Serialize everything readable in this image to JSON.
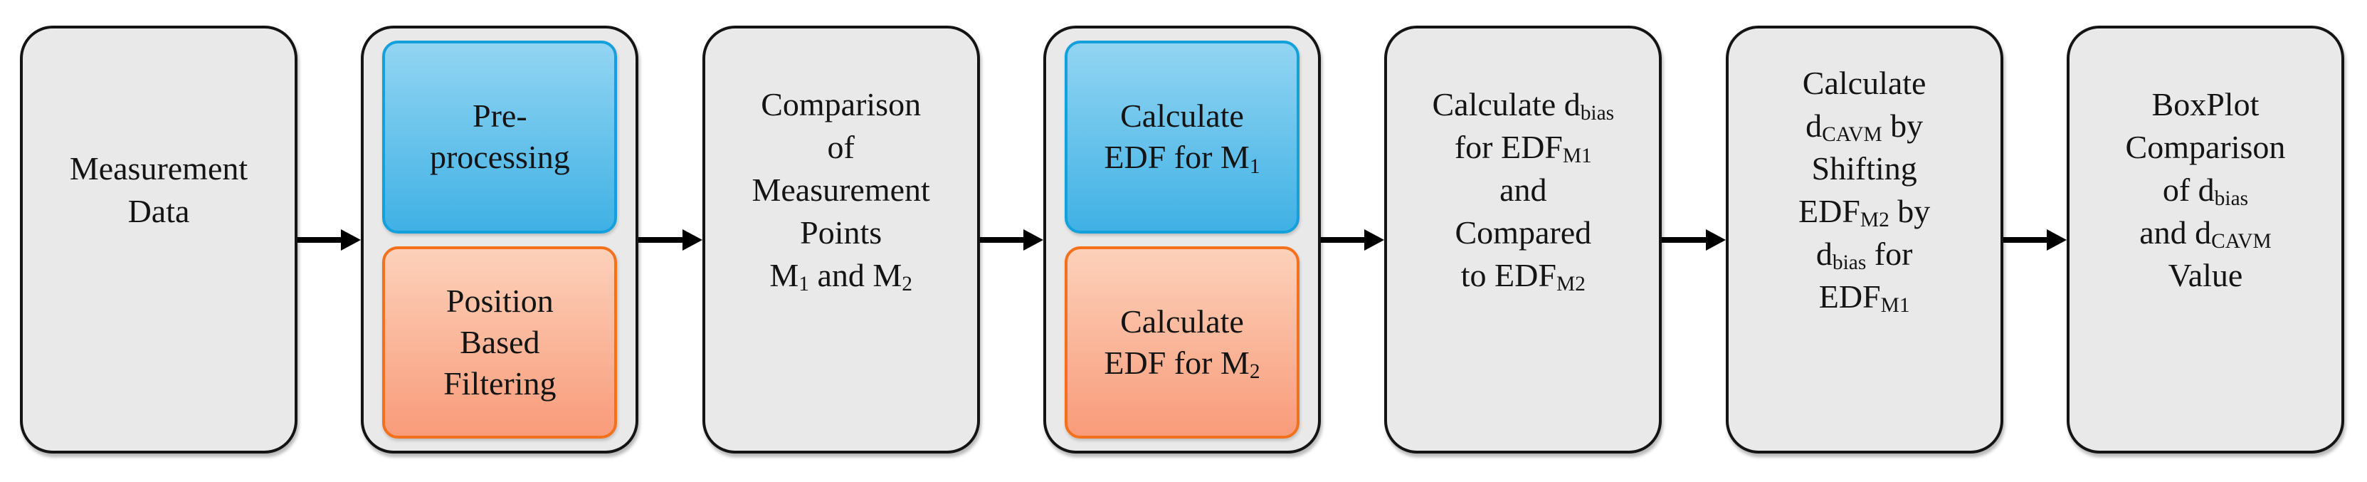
{
  "diagram": {
    "colors": {
      "background": "#ffffff",
      "box_fill": "#e9e9e9",
      "box_border": "#141414",
      "text_color": "#141414",
      "arrow_color": "#000000",
      "blue_border": "#14a0da",
      "blue_top": "#92d5f2",
      "blue_bottom": "#40b1e5",
      "orange_border": "#f3701d",
      "orange_top": "#fcd1ba",
      "orange_bottom": "#f99b7a"
    },
    "boxes": [
      {
        "key": "measurement-data",
        "type": "plain",
        "lines": [
          [
            {
              "t": "Measurement"
            }
          ],
          [
            {
              "t": "Data"
            }
          ]
        ]
      },
      {
        "key": "preprocessing-and-filtering",
        "type": "split",
        "top": {
          "key": "pre-processing",
          "color": "blue",
          "lines": [
            [
              {
                "t": "Pre-"
              }
            ],
            [
              {
                "t": "processing"
              }
            ]
          ]
        },
        "bottom": {
          "key": "position-based-filtering",
          "color": "orange",
          "lines": [
            [
              {
                "t": "Position"
              }
            ],
            [
              {
                "t": "Based"
              }
            ],
            [
              {
                "t": "Filtering"
              }
            ]
          ]
        }
      },
      {
        "key": "comparison-of-measurement-points",
        "type": "plain",
        "lines": [
          [
            {
              "t": "Comparison"
            }
          ],
          [
            {
              "t": "of"
            }
          ],
          [
            {
              "t": "Measurement"
            }
          ],
          [
            {
              "t": "Points"
            }
          ],
          [
            {
              "t": "M"
            },
            {
              "t": "1",
              "sub": true
            },
            {
              "t": " and M"
            },
            {
              "t": "2",
              "sub": true
            }
          ]
        ]
      },
      {
        "key": "calculate-edf",
        "type": "split",
        "top": {
          "key": "calculate-edf-for-m1",
          "color": "blue",
          "lines": [
            [
              {
                "t": "Calculate"
              }
            ],
            [
              {
                "t": "EDF for M"
              },
              {
                "t": "1",
                "sub": true
              }
            ]
          ]
        },
        "bottom": {
          "key": "calculate-edf-for-m2",
          "color": "orange",
          "lines": [
            [
              {
                "t": "Calculate"
              }
            ],
            [
              {
                "t": "EDF for M"
              },
              {
                "t": "2",
                "sub": true
              }
            ]
          ]
        }
      },
      {
        "key": "calculate-dbias",
        "type": "plain",
        "lines": [
          [
            {
              "t": "Calculate d"
            },
            {
              "t": "bias",
              "sub": true
            }
          ],
          [
            {
              "t": "for EDF"
            },
            {
              "t": "M1",
              "sub": true
            }
          ],
          [
            {
              "t": "and"
            }
          ],
          [
            {
              "t": "Compared"
            }
          ],
          [
            {
              "t": "to EDF"
            },
            {
              "t": "M2",
              "sub": true
            }
          ]
        ]
      },
      {
        "key": "calculate-dcavm",
        "type": "plain",
        "lines": [
          [
            {
              "t": "Calculate"
            }
          ],
          [
            {
              "t": "d"
            },
            {
              "t": "CAVM",
              "sub": true
            },
            {
              "t": " by"
            }
          ],
          [
            {
              "t": "Shifting"
            }
          ],
          [
            {
              "t": "EDF"
            },
            {
              "t": "M2",
              "sub": true
            },
            {
              "t": " by"
            }
          ],
          [
            {
              "t": "d"
            },
            {
              "t": "bias",
              "sub": true
            },
            {
              "t": " for"
            }
          ],
          [
            {
              "t": "EDF"
            },
            {
              "t": "M1",
              "sub": true
            }
          ]
        ]
      },
      {
        "key": "boxplot-comparison",
        "type": "plain",
        "lines": [
          [
            {
              "t": "BoxPlot"
            }
          ],
          [
            {
              "t": "Comparison"
            }
          ],
          [
            {
              "t": "of d"
            },
            {
              "t": "bias",
              "sub": true
            }
          ],
          [
            {
              "t": "and d"
            },
            {
              "t": "CAVM",
              "sub": true
            }
          ],
          [
            {
              "t": "Value"
            }
          ]
        ]
      }
    ]
  }
}
